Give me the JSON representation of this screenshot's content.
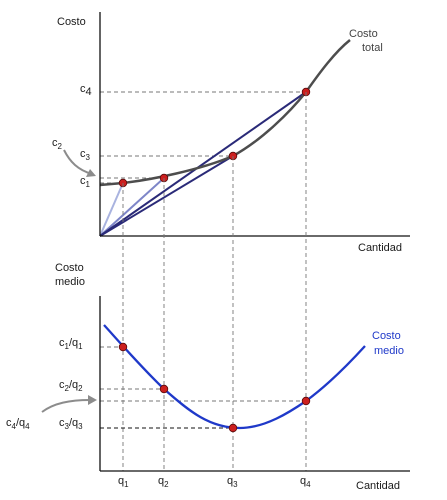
{
  "top_panel": {
    "y_axis_label": "Costo",
    "x_axis_label": "Cantidad",
    "curve_label_line1": "Costo",
    "curve_label_line2": "total",
    "c_labels": [
      {
        "main": "c",
        "sub": "4"
      },
      {
        "main": "c",
        "sub": "3"
      },
      {
        "main": "c",
        "sub": "1"
      }
    ],
    "c2_callout": {
      "main": "c",
      "sub": "2"
    }
  },
  "bottom_panel": {
    "y_axis_label_line1": "Costo",
    "y_axis_label_line2": "medio",
    "x_axis_label": "Cantidad",
    "curve_label_line1": "Costo",
    "curve_label_line2": "medio",
    "ratio_labels": [
      {
        "num": "c",
        "num_sub": "1",
        "den": "q",
        "den_sub": "1"
      },
      {
        "num": "c",
        "num_sub": "2",
        "den": "q",
        "den_sub": "2"
      },
      {
        "num": "c",
        "num_sub": "3",
        "den": "q",
        "den_sub": "3"
      }
    ],
    "c4q4_callout": {
      "num": "c",
      "num_sub": "4",
      "den": "q",
      "den_sub": "4"
    },
    "q_labels": [
      {
        "main": "q",
        "sub": "1"
      },
      {
        "main": "q",
        "sub": "2"
      },
      {
        "main": "q",
        "sub": "3"
      },
      {
        "main": "q",
        "sub": "4"
      }
    ]
  },
  "colors": {
    "total_cost_curve": "#4d4d4d",
    "average_cost_curve": "#1f39c9",
    "points": "#cc1f1f",
    "ray_q1": "#a9b3df",
    "ray_q2": "#7e86c8",
    "ray_q3_q4": "#2a2a78",
    "callout_arrow": "#8c8c8c"
  }
}
